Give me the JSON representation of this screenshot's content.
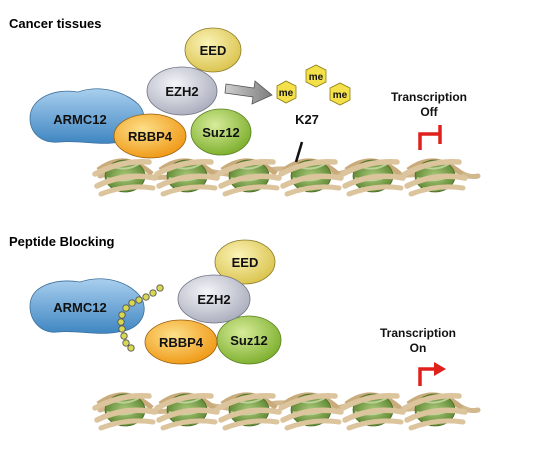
{
  "panels": [
    {
      "id": "top",
      "title": "Cancer tissues",
      "proteins": {
        "eed": "EED",
        "ezh2": "EZH2",
        "armc12": "ARMC12",
        "rbbp4": "RBBP4",
        "suz12": "Suz12"
      },
      "methyl_label": "me",
      "residue": "K27",
      "transcription_line1": "Transcription",
      "transcription_line2": "Off"
    },
    {
      "id": "bottom",
      "title": "Peptide Blocking",
      "proteins": {
        "eed": "EED",
        "ezh2": "EZH2",
        "armc12": "ARMC12",
        "rbbp4": "RBBP4",
        "suz12": "Suz12"
      },
      "transcription_line1": "Transcription",
      "transcription_line2": "On"
    }
  ],
  "colors": {
    "eed": "#e6d36a",
    "ezh2": "#c9cbd6",
    "armc12": "#6aa6d3",
    "rbbp4": "#f5a21a",
    "suz12": "#8fbf3a",
    "methyl": "#f4e04a",
    "nucleosome": "#6e9a3a",
    "dna": "#d2b88e",
    "arrow_red": "#e0201b",
    "peptide": "#d8d850"
  }
}
